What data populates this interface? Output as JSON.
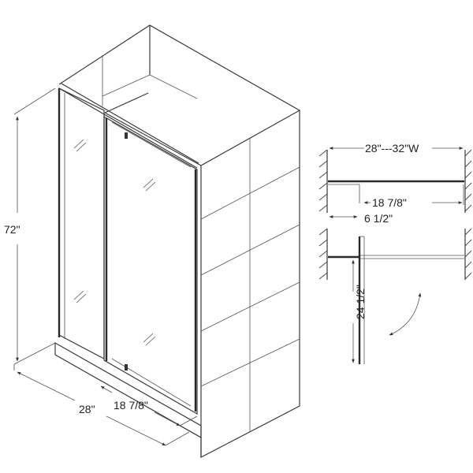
{
  "main_view": {
    "height_label": "72\"",
    "width_label": "28\"",
    "door_width_label": "18 7/8\""
  },
  "top_view": {
    "range_label": "28\"---32\"W",
    "door_label": "18 7/8\"",
    "panel_label": "6 1/2\""
  },
  "swing_view": {
    "swing_label": "24 1/2\""
  }
}
